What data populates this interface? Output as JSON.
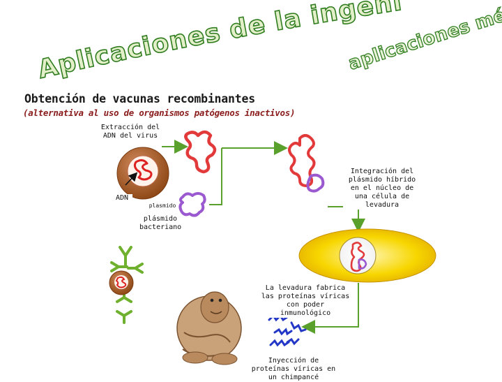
{
  "header": {
    "title": "Aplicaciones de la ingeniería genética",
    "subtitle_art": "aplicaciones médicas"
  },
  "section": {
    "heading": "Obtención de vacunas recombinantes",
    "note": "(alternativa al uso de organismos patógenos inactivos)"
  },
  "labels": {
    "extraction": "Extracción del ADN del virus",
    "adn": "ADN",
    "plasmid_tag": "plasmido",
    "plasmid": "plásmido bacteriano",
    "integration": "Integración del plásmido híbrido en el núcleo de una célula de levadura",
    "yeast": "La levadura fabrica las proteínas víricas con poder inmunológico",
    "injection": "Inyección de proteínas víricas en un chimpancé"
  },
  "colors": {
    "title_green": "#2f7d1f",
    "title_fill": "#e2efc9",
    "virus_brown": "#a0522d",
    "arrow_green": "#5aa02c",
    "yeast_yellow": "#f2c400",
    "dna_red": "#e23a3a",
    "plasmid_purple": "#9b59d0",
    "protein_blue": "#2438c8",
    "antibody_green": "#6fb12e"
  }
}
